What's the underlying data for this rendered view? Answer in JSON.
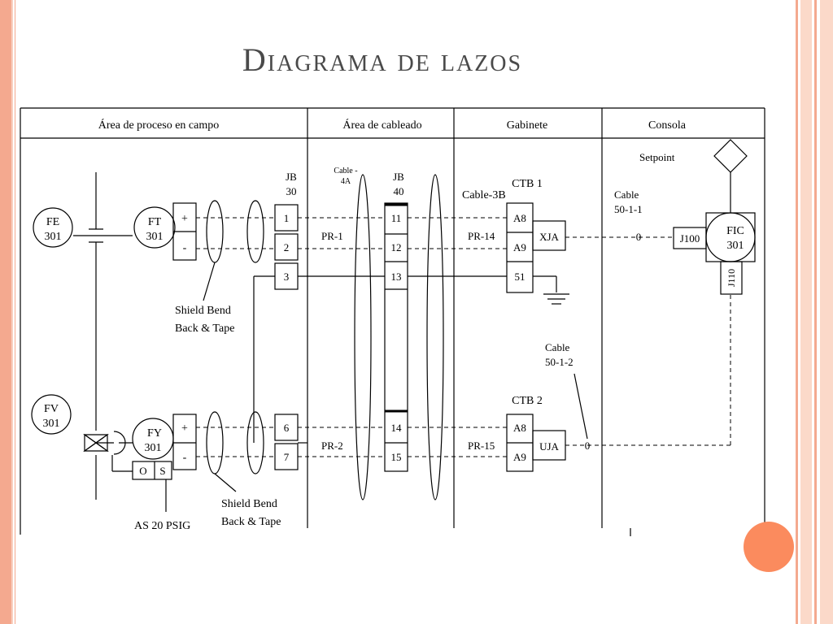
{
  "slide": {
    "title": "Diagrama de lazos"
  },
  "theme": {
    "accent": "#fb8b5e",
    "border": "#f4a98f",
    "border_light": "#fbd9c9",
    "title_color": "#4a4a4a"
  },
  "headers": {
    "campo": "Área de proceso en campo",
    "cableado": "Área de cableado",
    "gabinete": "Gabinete",
    "consola": "Consola"
  },
  "instruments": {
    "fe": [
      "FE",
      "301"
    ],
    "ft": [
      "FT",
      "301"
    ],
    "fv": [
      "FV",
      "301"
    ],
    "fy": [
      "FY",
      "301"
    ],
    "fic": [
      "FIC",
      "301"
    ]
  },
  "terminals": {
    "ft_plus": "+",
    "ft_minus": "-",
    "fy_plus": "+",
    "fy_minus": "-",
    "jb30": [
      "1",
      "2",
      "3",
      "6",
      "7"
    ],
    "jb40": [
      "11",
      "12",
      "13",
      "14",
      "15"
    ],
    "ctb1": [
      "A8",
      "A9",
      "51"
    ],
    "ctb2": [
      "A8",
      "A9"
    ],
    "o": "O",
    "s": "S"
  },
  "labels": {
    "jb30": [
      "JB",
      "30"
    ],
    "jb40": [
      "JB",
      "40"
    ],
    "cable4a": [
      "Cable -",
      "4A"
    ],
    "ctb1": "CTB 1",
    "ctb2": "CTB 2",
    "cable3b": "Cable-3B",
    "pr1": "PR-1",
    "pr2": "PR-2",
    "pr14": "PR-14",
    "pr15": "PR-15",
    "xja": "XJA",
    "uja": "UJA",
    "j100": "J100",
    "j110": "J110",
    "cable5011": [
      "Cable",
      "50-1-1"
    ],
    "cable5012": [
      "Cable",
      "50-1-2"
    ],
    "setpoint": "Setpoint",
    "shield_top": [
      "Shield Bend",
      "Back & Tape"
    ],
    "shield_bottom": [
      "Shield Bend",
      "Back & Tape"
    ],
    "as20": "AS 20 PSIG"
  }
}
